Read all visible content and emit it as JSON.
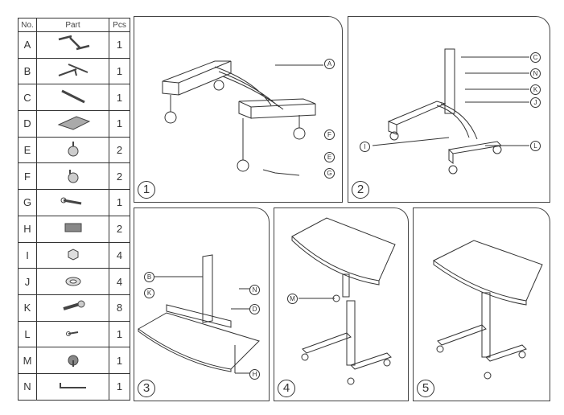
{
  "parts_table": {
    "headers": [
      "No.",
      "Part",
      "Pcs"
    ],
    "rows": [
      {
        "no": "A",
        "pcs": "1",
        "icon": "base-frame-icon"
      },
      {
        "no": "B",
        "pcs": "1",
        "icon": "top-frame-icon"
      },
      {
        "no": "C",
        "pcs": "1",
        "icon": "column-icon"
      },
      {
        "no": "D",
        "pcs": "1",
        "icon": "tabletop-icon"
      },
      {
        "no": "E",
        "pcs": "2",
        "icon": "locking-caster-icon"
      },
      {
        "no": "F",
        "pcs": "2",
        "icon": "caster-icon"
      },
      {
        "no": "G",
        "pcs": "1",
        "icon": "wrench-icon"
      },
      {
        "no": "H",
        "pcs": "2",
        "icon": "bracket-icon"
      },
      {
        "no": "I",
        "pcs": "4",
        "icon": "nut-icon"
      },
      {
        "no": "J",
        "pcs": "4",
        "icon": "washer-icon"
      },
      {
        "no": "K",
        "pcs": "8",
        "icon": "screw-icon"
      },
      {
        "no": "L",
        "pcs": "1",
        "icon": "small-wrench-icon"
      },
      {
        "no": "M",
        "pcs": "1",
        "icon": "knob-icon"
      },
      {
        "no": "N",
        "pcs": "1",
        "icon": "allen-key-icon"
      }
    ]
  },
  "steps": [
    {
      "number": "1",
      "callouts": [
        "A",
        "F",
        "E",
        "G"
      ]
    },
    {
      "number": "2",
      "callouts": [
        "C",
        "N",
        "K",
        "J",
        "I",
        "L"
      ]
    },
    {
      "number": "3",
      "callouts": [
        "B",
        "K",
        "N",
        "D",
        "H"
      ]
    },
    {
      "number": "4",
      "callouts": [
        "M"
      ]
    },
    {
      "number": "5",
      "callouts": []
    }
  ]
}
